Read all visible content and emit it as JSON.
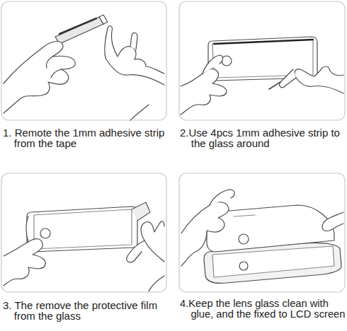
{
  "diagram": {
    "labels": [
      "1. Remote the 1mm adhesive strip from the tape",
      "2.Use 4pcs 1mm adhesive strip to the glass around",
      "3. The remove the protective film from the glass",
      "4.Keep the lens glass clean with glue, and the fixed to LCD screen"
    ]
  }
}
